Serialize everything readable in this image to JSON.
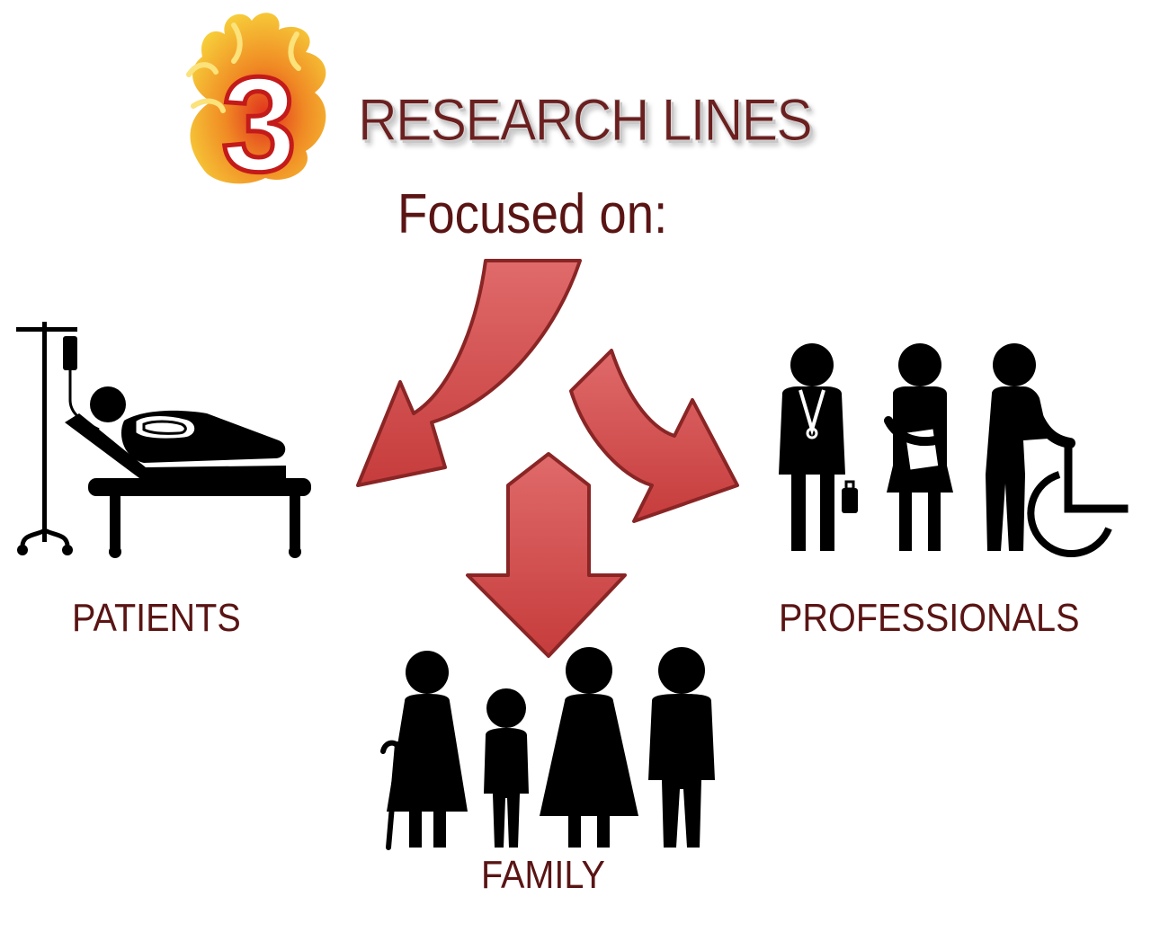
{
  "header": {
    "logo_numeral": "3",
    "title": "RESEARCH LINES",
    "subtitle": "Focused on:"
  },
  "groups": {
    "patients": "PATIENTS",
    "professionals": "PROFESSIONALS",
    "family": "FAMILY"
  },
  "colors": {
    "label_text": "#5a1414",
    "arrow_fill": "#d65454",
    "arrow_edge": "#8a2525",
    "icon": "#000000",
    "flame_yellow": "#f7d23b",
    "flame_orange": "#f08a24",
    "flame_red": "#e0301e"
  }
}
